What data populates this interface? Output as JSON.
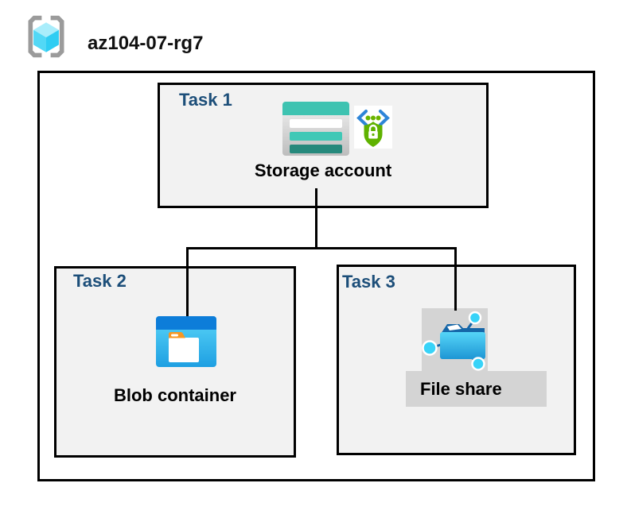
{
  "header": {
    "resource_group_name": "az104-07-rg7"
  },
  "tasks": [
    {
      "label": "Task 1",
      "node_label": "Storage account"
    },
    {
      "label": "Task 2",
      "node_label": "Blob container"
    },
    {
      "label": "Task 3",
      "node_label": "File share"
    }
  ],
  "icons": {
    "resource_group": "azure-resource-group-icon",
    "task1_primary": "storage-account-icon",
    "task1_secondary": "sas-secured-endpoint-icon",
    "task2_primary": "blob-container-icon",
    "task3_primary": "file-share-icon"
  },
  "colors": {
    "task_label": "#1c4e79",
    "box_fill": "#f2f2f2",
    "border": "#000000",
    "gray_placard": "#d4d4d4",
    "storage_teal": "#3ec3b1",
    "storage_dark_teal": "#26897c",
    "blob_blue": "#0d7dd9",
    "blob_cyan": "#45ccf2",
    "folder_orange": "#f79722",
    "sas_blue": "#2e85d8",
    "sas_green": "#5fb200",
    "cube_cyan": "#52d8f6",
    "bracket_gray": "#9b9b9b"
  }
}
